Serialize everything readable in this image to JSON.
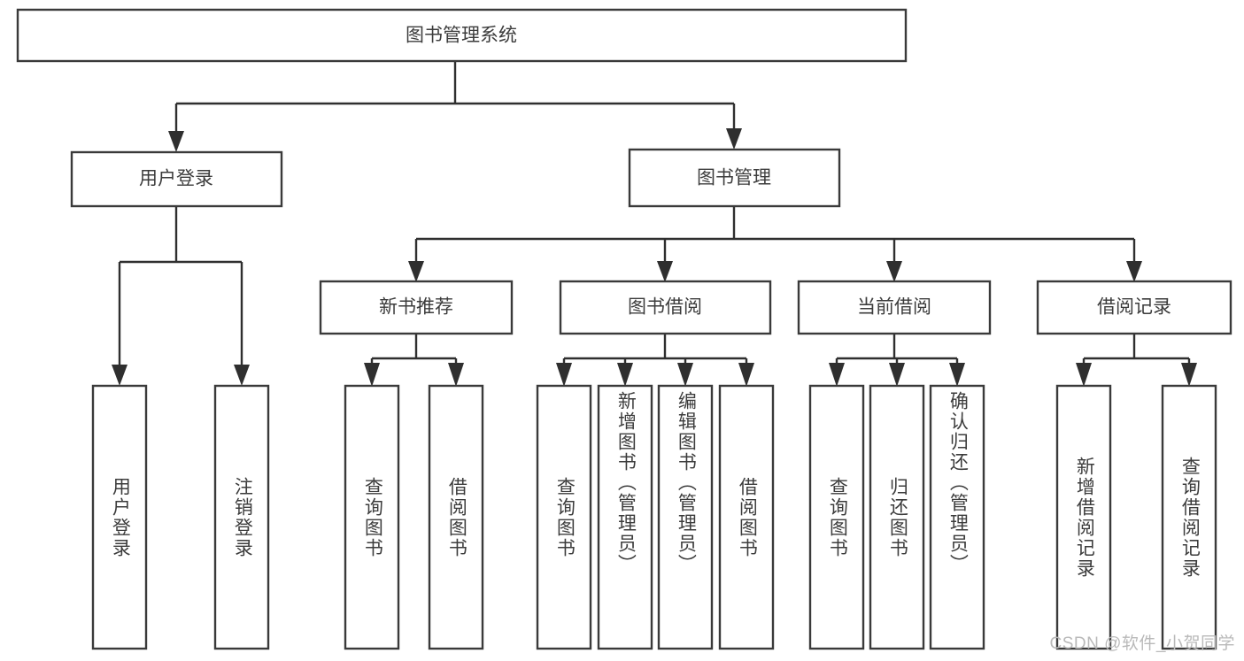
{
  "diagram": {
    "type": "tree",
    "title": "图书管理系统",
    "watermark": "CSDN @软件_小贺同学",
    "colors": {
      "box_stroke": "#3a3a3a",
      "box_fill": "#ffffff",
      "connector": "#2f2f2f",
      "text": "#3c3c3c",
      "background": "#ffffff",
      "watermark": "#b9b9b9"
    },
    "root": {
      "label": "图书管理系统"
    },
    "level2": [
      {
        "label": "用户登录"
      },
      {
        "label": "图书管理"
      }
    ],
    "level3": [
      {
        "label": "新书推荐"
      },
      {
        "label": "图书借阅"
      },
      {
        "label": "当前借阅"
      },
      {
        "label": "借阅记录"
      }
    ],
    "leaves": {
      "user_login": [
        {
          "label": "用户登录"
        },
        {
          "label": "注销登录"
        }
      ],
      "new_book_recommend": [
        {
          "label": "查询图书"
        },
        {
          "label": "借阅图书"
        }
      ],
      "book_borrow": [
        {
          "label": "查询图书"
        },
        {
          "label": "新增图书（管理员）"
        },
        {
          "label": "编辑图书（管理员）"
        },
        {
          "label": "借阅图书"
        }
      ],
      "current_borrow": [
        {
          "label": "查询图书"
        },
        {
          "label": "归还图书"
        },
        {
          "label": "确认归还（管理员）"
        }
      ],
      "borrow_record": [
        {
          "label": "新增借阅记录"
        },
        {
          "label": "查询借阅记录"
        }
      ]
    }
  }
}
